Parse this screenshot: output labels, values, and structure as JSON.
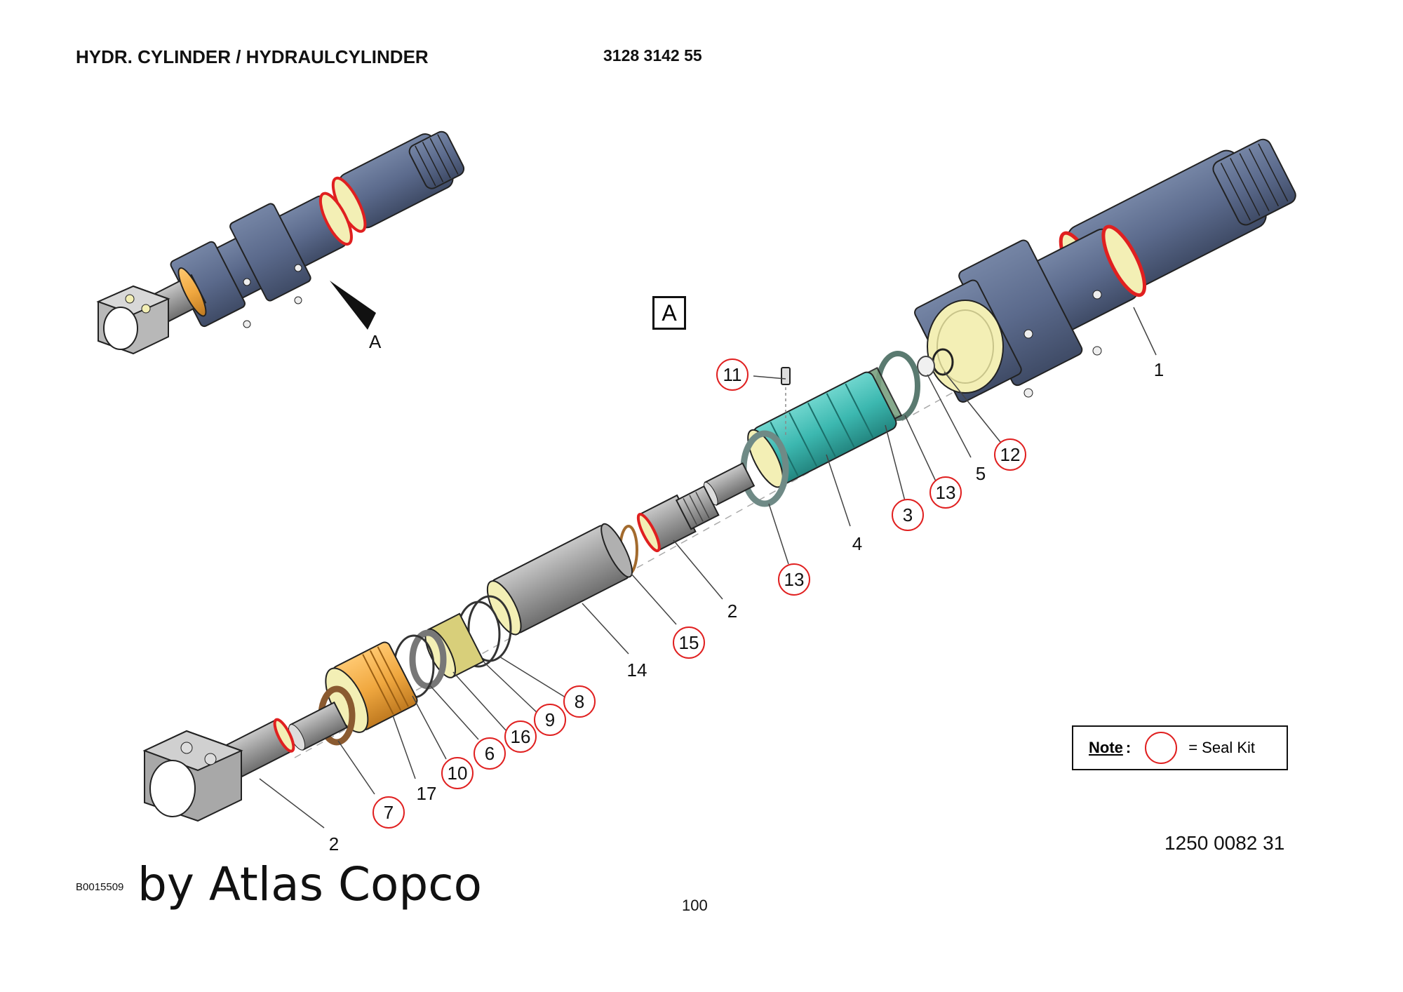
{
  "header": {
    "title": "HYDR. CYLINDER / HYDRAULCYLINDER",
    "part_number": "3128 3142 55"
  },
  "detail_marker": "A",
  "arrow_label": "A",
  "callouts": [
    {
      "number": "1",
      "seal_kit": false
    },
    {
      "number": "2",
      "seal_kit": false
    },
    {
      "number": "2",
      "seal_kit": false
    },
    {
      "number": "3",
      "seal_kit": true
    },
    {
      "number": "4",
      "seal_kit": false
    },
    {
      "number": "5",
      "seal_kit": false
    },
    {
      "number": "6",
      "seal_kit": true
    },
    {
      "number": "7",
      "seal_kit": true
    },
    {
      "number": "8",
      "seal_kit": true
    },
    {
      "number": "9",
      "seal_kit": true
    },
    {
      "number": "10",
      "seal_kit": true
    },
    {
      "number": "11",
      "seal_kit": true
    },
    {
      "number": "12",
      "seal_kit": true
    },
    {
      "number": "13",
      "seal_kit": true
    },
    {
      "number": "13",
      "seal_kit": true
    },
    {
      "number": "14",
      "seal_kit": false
    },
    {
      "number": "15",
      "seal_kit": true
    },
    {
      "number": "16",
      "seal_kit": true
    },
    {
      "number": "17",
      "seal_kit": false
    }
  ],
  "note": {
    "label": "Note",
    "colon": ":",
    "text": "= Seal Kit"
  },
  "reference_number": "1250 0082 31",
  "document_id": "B0015509",
  "watermark": "by Atlas Copco",
  "page_number": "100",
  "colors": {
    "body_blue": "#5b6a8c",
    "seal_red": "#e02020",
    "liner_yellow": "#f3efb5",
    "nut_orange": "#f0a840",
    "piston_teal": "#3cb8b0",
    "rod_gray": "#9a9a9a"
  }
}
